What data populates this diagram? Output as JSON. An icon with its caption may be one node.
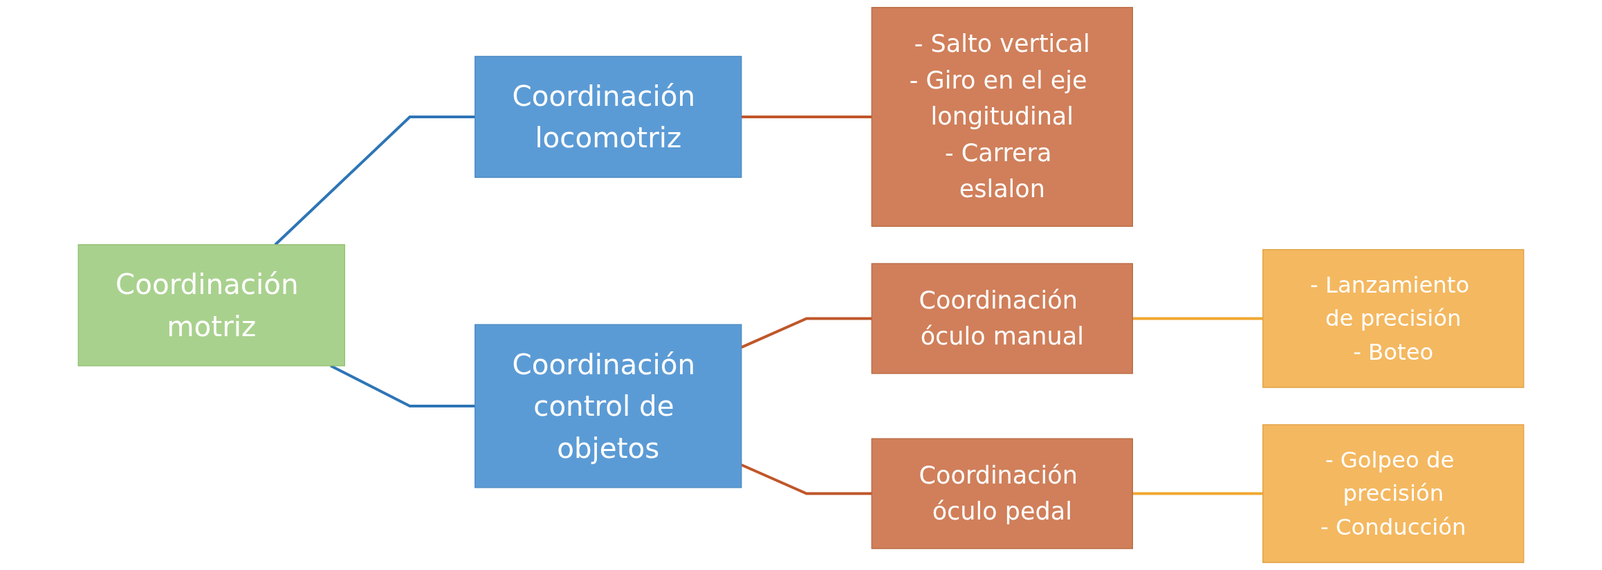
{
  "diagram": {
    "nodes": [
      {
        "text": [
          "Coordinación motriz"
        ]
      },
      {
        "text": [
          "Coordinación locomotriz"
        ]
      },
      {
        "text": [
          "Coordinación control de objetos"
        ]
      },
      {
        "text": [
          "- Salto vertical",
          "- Giro en el eje longitudinal",
          "- Carrera eslalon"
        ]
      },
      {
        "text": [
          "Coordinación óculo manual"
        ]
      },
      {
        "text": [
          "Coordinación óculo pedal"
        ]
      },
      {
        "text": [
          "- Lanzamiento de precisión",
          "- Boteo"
        ]
      },
      {
        "text": [
          "- Golpeo de precisión",
          "- Conducción"
        ]
      }
    ],
    "edges": [
      {
        "from": 0,
        "to": 1,
        "arrow": "none",
        "color": "#2e75b6"
      },
      {
        "from": 0,
        "to": 2,
        "arrow": "none",
        "color": "#2e75b6"
      },
      {
        "from": 1,
        "to": 3,
        "arrow": "none"
      },
      {
        "from": 2,
        "to": 4,
        "arrow": "none"
      },
      {
        "from": 2,
        "to": 5,
        "arrow": "none"
      },
      {
        "from": 4,
        "to": 6,
        "arrow": "none",
        "color": "#f0a830"
      },
      {
        "from": 5,
        "to": 7,
        "arrow": "none",
        "color": "#f0a830"
      }
    ]
  }
}
